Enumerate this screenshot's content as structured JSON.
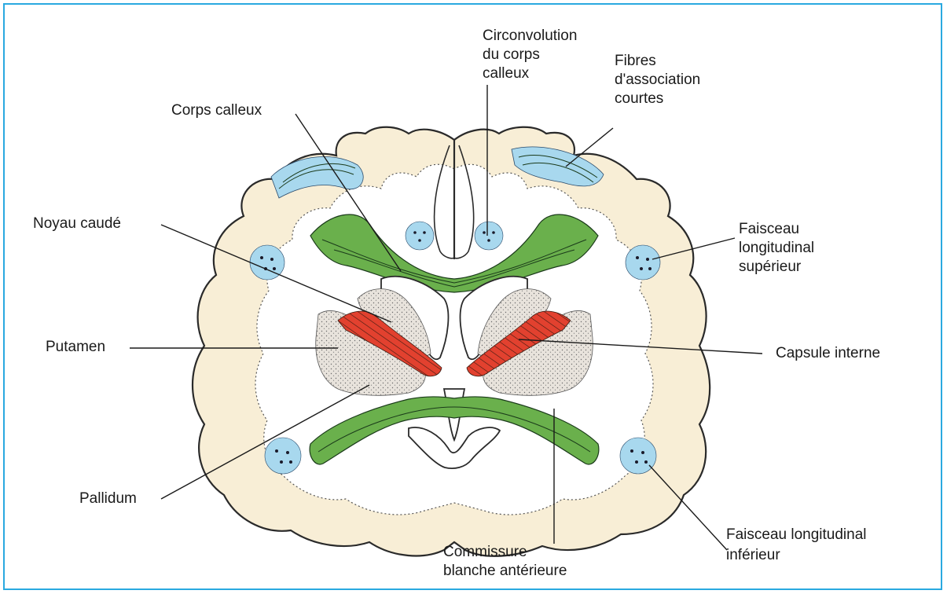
{
  "labels": {
    "circonvolution": "Circonvolution\ndu corps\ncalleux",
    "fibres_association": "Fibres\nd'association\ncourtes",
    "corps_calleux": "Corps calleux",
    "noyau_caude": "Noyau caudé",
    "faisceau_sup": "Faisceau\nlongitudinal\nsupérieur",
    "putamen": "Putamen",
    "capsule_interne": "Capsule interne",
    "pallidum": "Pallidum",
    "faisceau_inf": "Faisceau longitudinal\ninférieur",
    "commissure": "Commissure\nblanche antérieure"
  },
  "colors": {
    "frame": "#2aa9e0",
    "cortex": "#f8eed6",
    "fiber_green": "#6ab04c",
    "association_blue": "#a8d8ee",
    "capsule_red": "#e2412f",
    "nuclei_gray": "#e6e1da"
  }
}
